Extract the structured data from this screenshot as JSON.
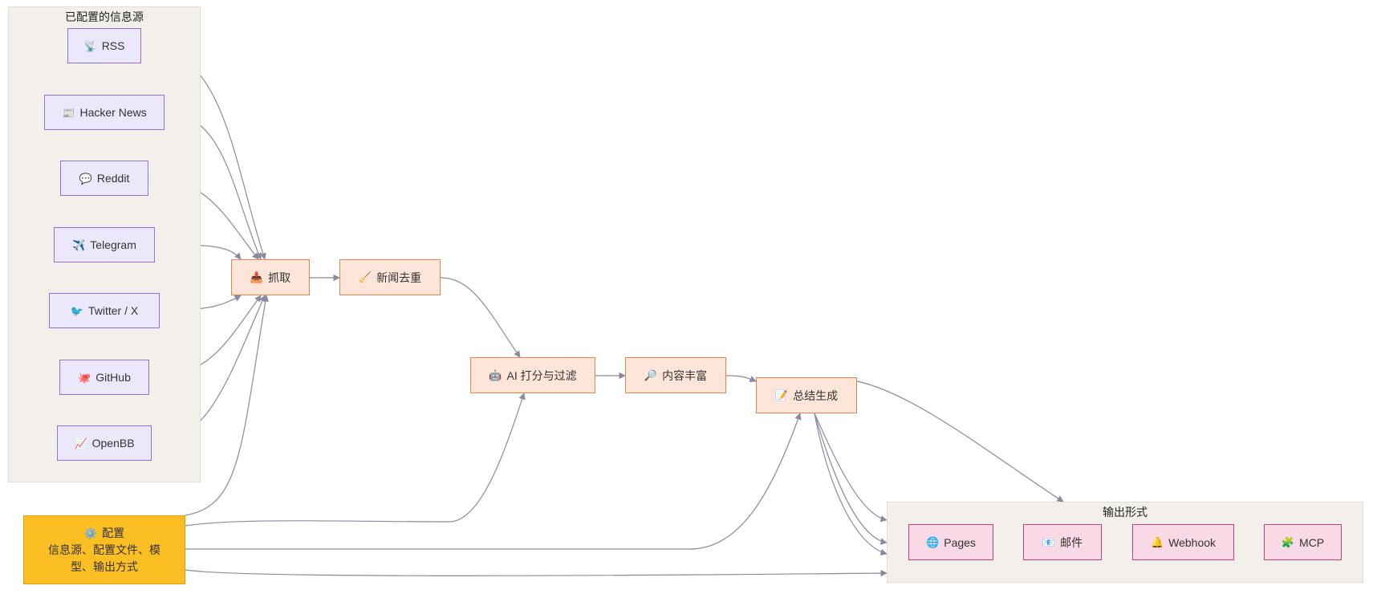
{
  "sources_group": {
    "title": "已配置的信息源",
    "items": [
      {
        "icon": "📡",
        "label": "RSS"
      },
      {
        "icon": "📰",
        "label": "Hacker News"
      },
      {
        "icon": "💬",
        "label": "Reddit"
      },
      {
        "icon": "✈️",
        "label": "Telegram"
      },
      {
        "icon": "🐦",
        "label": "Twitter / X"
      },
      {
        "icon": "🐙",
        "label": "GitHub"
      },
      {
        "icon": "📈",
        "label": "OpenBB"
      }
    ]
  },
  "pipeline": {
    "fetch": {
      "icon": "📥",
      "label": "抓取"
    },
    "dedup": {
      "icon": "🧹",
      "label": "新闻去重"
    },
    "score": {
      "icon": "🤖",
      "label": "AI 打分与过滤"
    },
    "enrich": {
      "icon": "🔎",
      "label": "内容丰富"
    },
    "summary": {
      "icon": "📝",
      "label": "总结生成"
    }
  },
  "config": {
    "icon": "⚙️",
    "label": "配置",
    "detail_line1": "信息源、配置文件、模",
    "detail_line2": "型、输出方式"
  },
  "outputs_group": {
    "title": "输出形式",
    "items": [
      {
        "icon": "🌐",
        "label": "Pages"
      },
      {
        "icon": "📧",
        "label": "邮件"
      },
      {
        "icon": "🔔",
        "label": "Webhook"
      },
      {
        "icon": "🧩",
        "label": "MCP"
      }
    ]
  },
  "colors": {
    "source_fill": "#ece8fb",
    "source_stroke": "#9370db",
    "process_fill": "#fde6d9",
    "process_stroke": "#e8834b",
    "output_fill": "#f9d9e6",
    "output_stroke": "#c2417a",
    "config_fill": "#fbbf24",
    "edge": "#8a8a9e",
    "cluster_fill": "#f3f0eb"
  }
}
